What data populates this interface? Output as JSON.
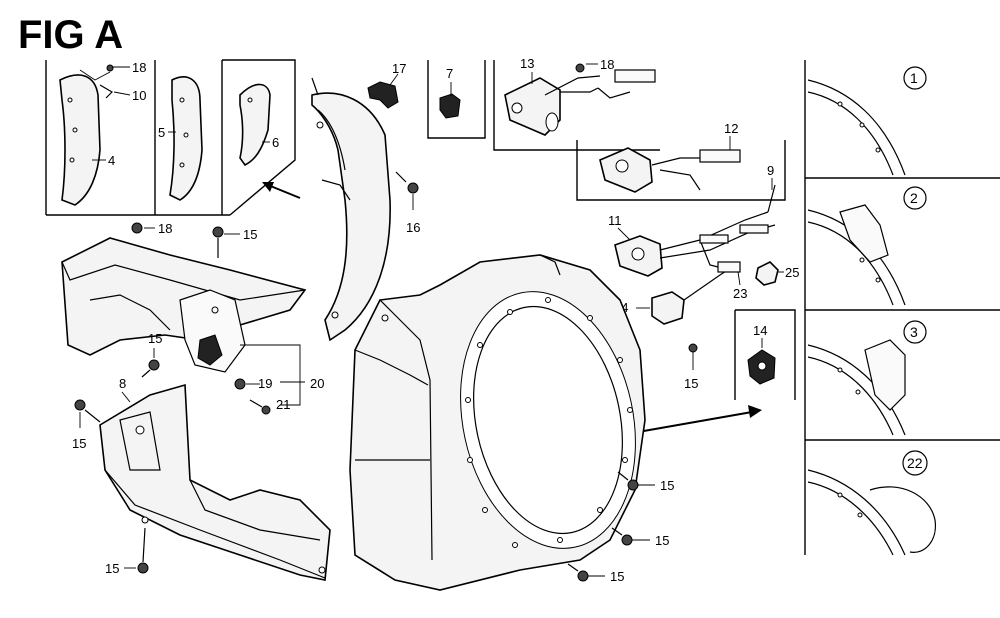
{
  "figure": {
    "title": "FIG A"
  },
  "callouts": {
    "c18a": "18",
    "c10": "10",
    "c4": "4",
    "c5": "5",
    "c6": "6",
    "c17": "17",
    "c7": "7",
    "c13": "13",
    "c18b": "18",
    "c12": "12",
    "c16": "16",
    "c9": "9",
    "c11": "11",
    "c25": "25",
    "c23": "23",
    "c24": "24",
    "c14": "14",
    "c15a": "15",
    "c18c": "18",
    "c15b": "15",
    "c19": "19",
    "c20": "20",
    "c21": "21",
    "c8": "8",
    "c15c": "15",
    "c15d": "15",
    "c15e": "15",
    "c15f": "15",
    "c15g": "15",
    "c15h": "15"
  },
  "variants": [
    {
      "label": "1"
    },
    {
      "label": "2"
    },
    {
      "label": "3"
    },
    {
      "label": "22"
    }
  ]
}
